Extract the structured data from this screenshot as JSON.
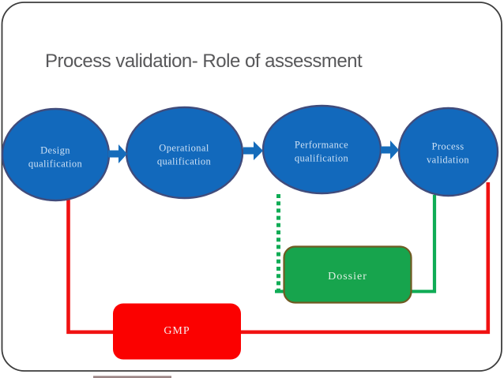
{
  "slide": {
    "title": "Process validation- Role of assessment"
  },
  "flow": {
    "nodes": [
      {
        "label": "Design\nqualification"
      },
      {
        "label": "Operational\nqualification"
      },
      {
        "label": "Performance\nqualification"
      },
      {
        "label": "Process\nvalidation"
      }
    ]
  },
  "callouts": {
    "dossier": "Dossier",
    "gmp": "GMP"
  },
  "colors": {
    "node_fill": "#1269BC",
    "node_stroke": "#404C7C",
    "arrow_fill": "#156CBB",
    "green": "#0FAC55",
    "dossier_fill": "#17A44D",
    "dossier_stroke": "#6F5B22",
    "red": "#F01212",
    "gmp_fill": "#FB0100",
    "border": "#3C3C3C",
    "title": "#58585A",
    "artifact": "#8C7272"
  }
}
